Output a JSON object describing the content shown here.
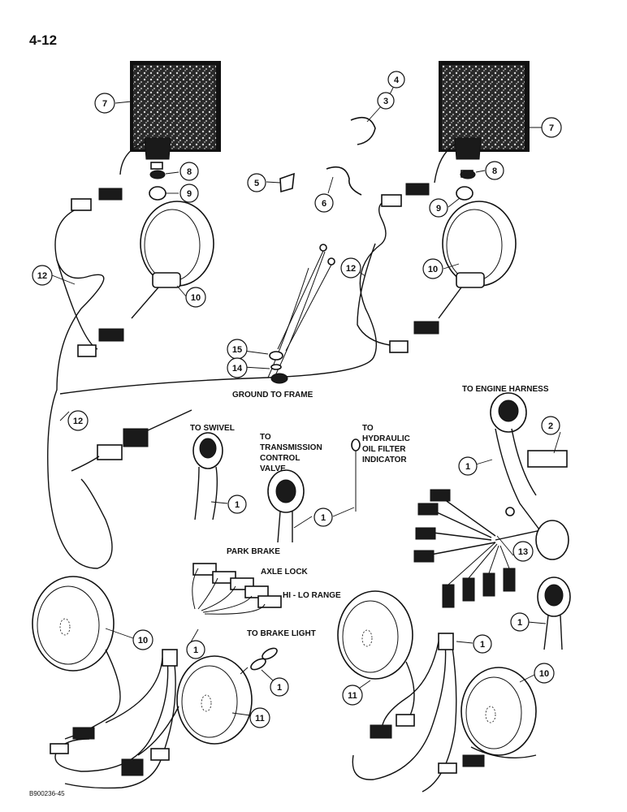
{
  "page_number": "4-12",
  "figure_code": "B900236-45",
  "callout_numbers": {
    "c1": "1",
    "c2": "2",
    "c3": "3",
    "c4": "4",
    "c5": "5",
    "c6": "6",
    "c7": "7",
    "c8": "8",
    "c9": "9",
    "c10": "10",
    "c11": "11",
    "c12": "12",
    "c13": "13",
    "c14": "14",
    "c15": "15"
  },
  "labels": {
    "ground_to_frame": "GROUND TO FRAME",
    "to_engine_harness": "TO ENGINE HARNESS",
    "to_swivel": "TO SWIVEL",
    "to_transmission_1": "TO",
    "to_transmission_2": "TRANSMISSION",
    "to_transmission_3": "CONTROL",
    "to_transmission_4": "VALVE",
    "to_hydraulic_1": "TO",
    "to_hydraulic_2": "HYDRAULIC",
    "to_hydraulic_3": "OIL FILTER",
    "to_hydraulic_4": "INDICATOR",
    "park_brake": "PARK BRAKE",
    "axle_lock": "AXLE LOCK",
    "hi_lo_range": "HI - LO RANGE",
    "to_brake_light": "TO BRAKE LIGHT"
  }
}
